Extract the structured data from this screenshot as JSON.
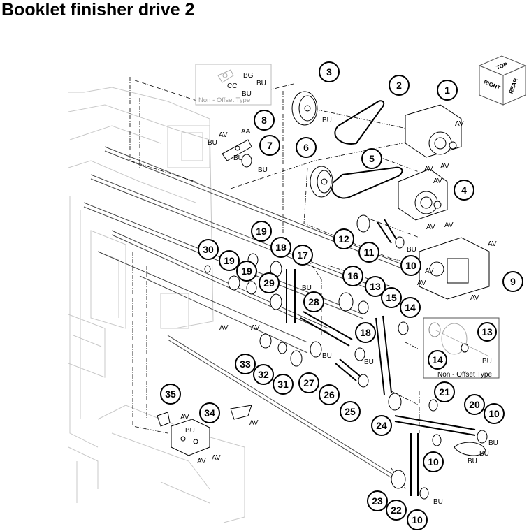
{
  "title": "Booklet finisher drive 2",
  "orientation_cube": {
    "top": "TOP",
    "right": "RIGHT",
    "rear": "REAR"
  },
  "insets": {
    "top": {
      "caption": "Non - Offset Type",
      "labels": [
        "BG",
        "BU",
        "CC",
        "BU"
      ]
    },
    "right": {
      "caption": "Non - Offset Type",
      "callouts": [
        "14",
        "13"
      ],
      "labels": [
        "BU"
      ]
    }
  },
  "callouts": [
    "1",
    "2",
    "3",
    "4",
    "5",
    "6",
    "7",
    "8",
    "9",
    "10",
    "10",
    "10",
    "10",
    "11",
    "12",
    "13",
    "14",
    "15",
    "16",
    "17",
    "18",
    "18",
    "19",
    "19",
    "19",
    "20",
    "21",
    "22",
    "23",
    "24",
    "25",
    "26",
    "27",
    "28",
    "29",
    "30",
    "31",
    "32",
    "33",
    "34",
    "35"
  ],
  "letter_labels": [
    "AV",
    "AV",
    "AV",
    "AV",
    "AV",
    "AV",
    "AV",
    "AV",
    "AV",
    "AV",
    "AV",
    "AV",
    "AV",
    "AV",
    "AV",
    "AV",
    "AV",
    "BU",
    "BU",
    "BU",
    "BU",
    "BU",
    "BU",
    "BU",
    "BU",
    "BU",
    "BU",
    "BU",
    "BU",
    "BU",
    "AA"
  ]
}
